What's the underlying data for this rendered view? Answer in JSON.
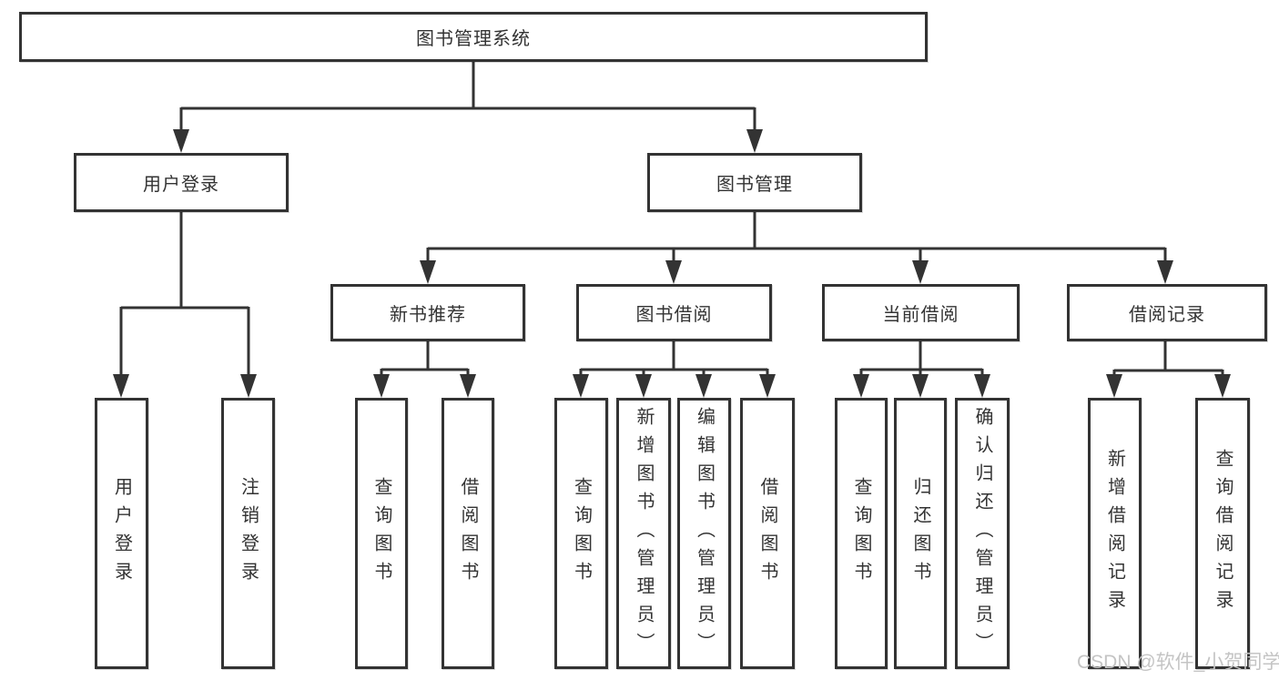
{
  "colors": {
    "line": "#333333",
    "text": "#333333",
    "box_bg": "#ffffff",
    "watermark": "#c4c4c4",
    "page_bg": "#ffffff"
  },
  "tree": {
    "label": "图书管理系统",
    "children": [
      {
        "label": "用户登录",
        "children": [
          {
            "label": "用户登录"
          },
          {
            "label": "注销登录"
          }
        ]
      },
      {
        "label": "图书管理",
        "children": [
          {
            "label": "新书推荐",
            "children": [
              {
                "label": "查询图书"
              },
              {
                "label": "借阅图书"
              }
            ]
          },
          {
            "label": "图书借阅",
            "children": [
              {
                "label": "查询图书"
              },
              {
                "label": "新增图书（管理员）"
              },
              {
                "label": "编辑图书（管理员）"
              },
              {
                "label": "借阅图书"
              }
            ]
          },
          {
            "label": "当前借阅",
            "children": [
              {
                "label": "查询图书"
              },
              {
                "label": "归还图书"
              },
              {
                "label": "确认归还（管理员）"
              }
            ]
          },
          {
            "label": "借阅记录",
            "children": [
              {
                "label": "新增借阅记录"
              },
              {
                "label": "查询借阅记录"
              }
            ]
          }
        ]
      }
    ]
  },
  "watermark": {
    "text": "CSDN @软件_小贺同学"
  }
}
